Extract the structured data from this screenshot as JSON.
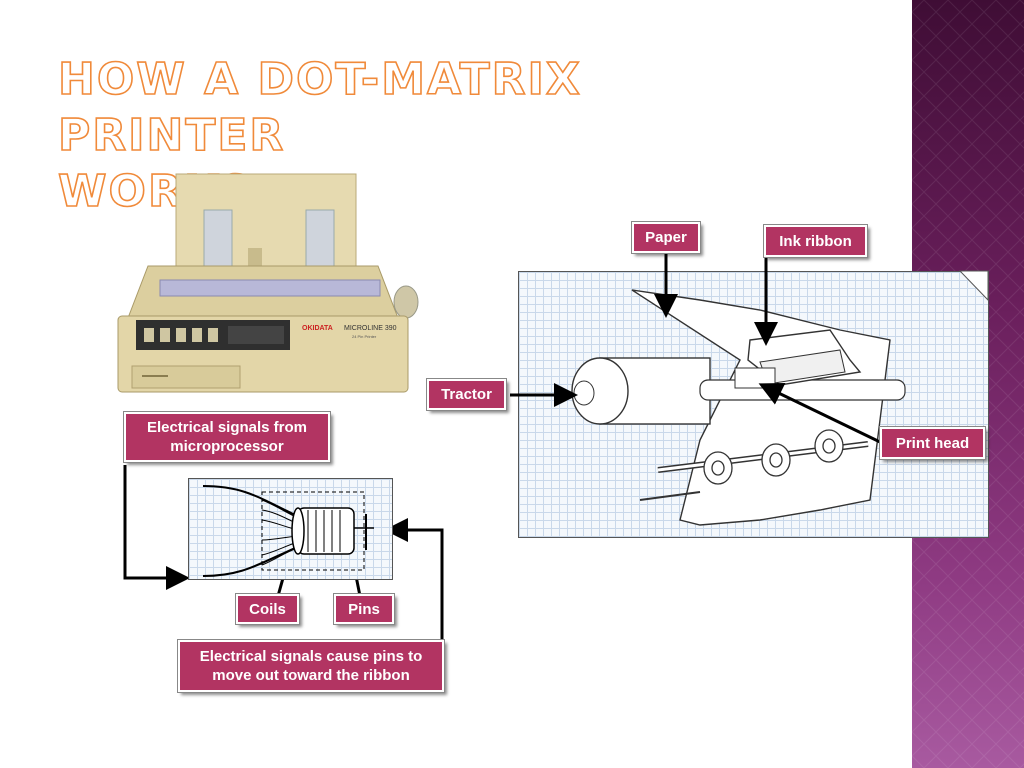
{
  "slide": {
    "title_line1": "How a Dot-Matrix Printer",
    "title_line2": "Works"
  },
  "photo": {
    "brand": "OKIDATA",
    "model": "MICROLINE 390",
    "sublabel": "24 Pin Printer"
  },
  "labels": {
    "paper": "Paper",
    "ink_ribbon": "Ink ribbon",
    "tractor": "Tractor",
    "print_head": "Print head",
    "signals_from": "Electrical signals from microprocessor",
    "coils": "Coils",
    "pins": "Pins",
    "signals_cause": "Electrical signals cause pins to move out toward the ribbon"
  },
  "colors": {
    "callout": "#b23462",
    "title_outline": "#f08a3a",
    "sidebar": "#6a1f5c",
    "grid": "#c9d8ea"
  }
}
